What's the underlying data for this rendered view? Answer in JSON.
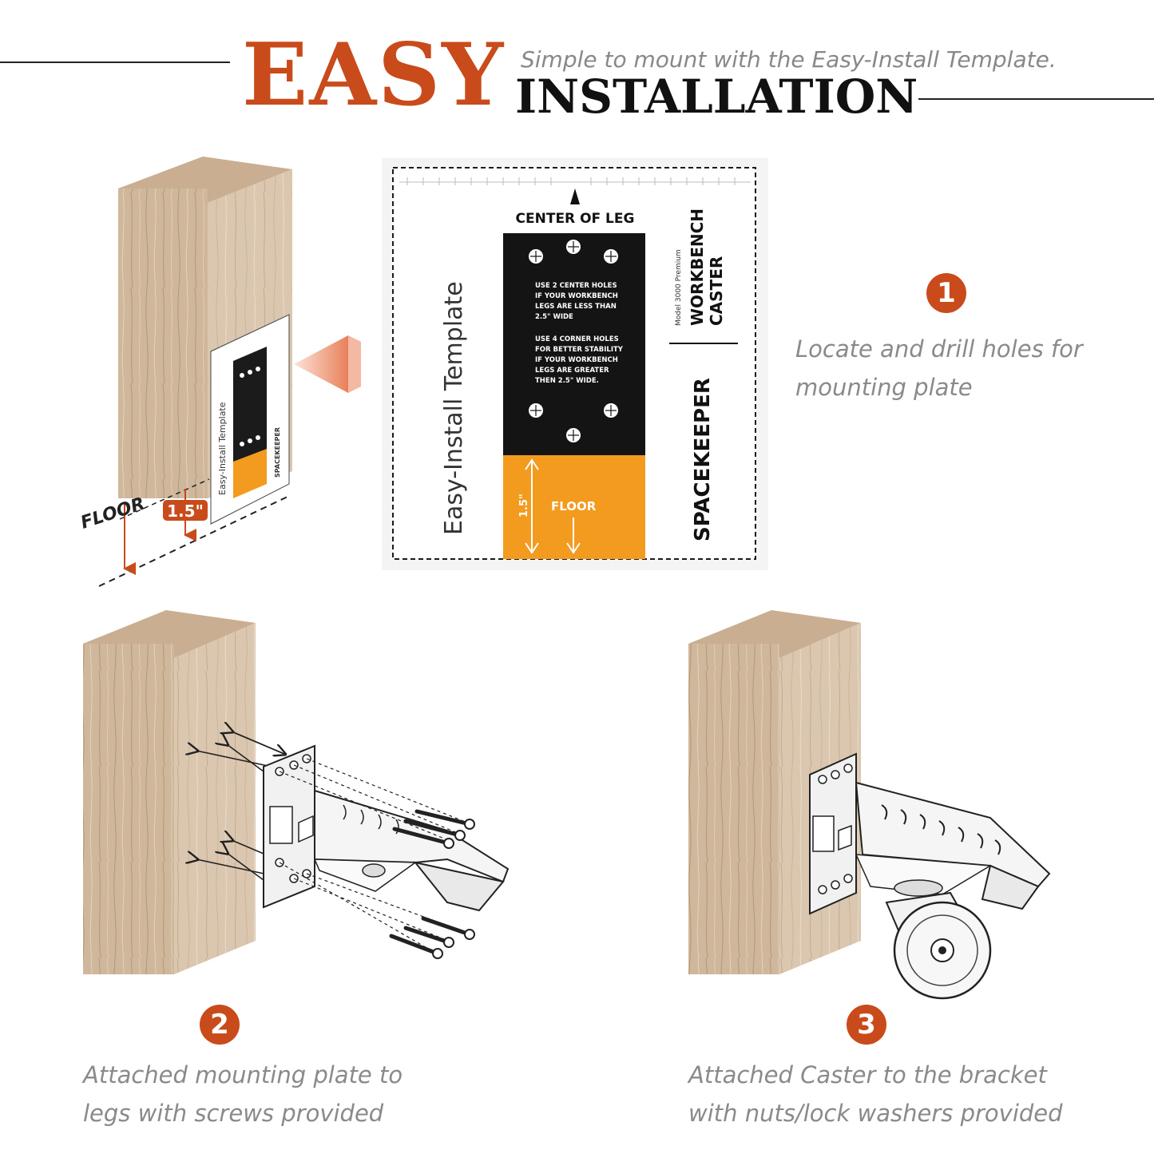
{
  "header": {
    "title_accent": "EASY",
    "title_main": "INSTALLATION",
    "subtitle": "Simple to mount with the Easy-Install Template."
  },
  "template": {
    "center_label": "CENTER OF LEG",
    "side_title": "Easy-Install Template",
    "brand": "SPACEKEEPER",
    "product_line1": "WORKBENCH",
    "product_line2": "CASTER",
    "model": "Model 3000 Premium",
    "note1": [
      "USE 2 CENTER HOLES",
      "IF YOUR WORKBENCH",
      "LEGS ARE LESS THAN",
      "2.5\" WIDE"
    ],
    "note2": [
      "USE 4 CORNER HOLES",
      "FOR BETTER STABILITY",
      "IF YOUR WORKBENCH",
      "LEGS ARE GREATER",
      "THEN 2.5\" WIDE."
    ],
    "floor_label": "FLOOR",
    "height_label": "1.5\""
  },
  "diagram1": {
    "floor_label": "FLOOR",
    "height_label": "1.5\""
  },
  "steps": [
    {
      "number": "1",
      "line1": "Locate and drill holes for",
      "line2": "mounting plate"
    },
    {
      "number": "2",
      "line1": "Attached mounting plate to",
      "line2": "legs with screws provided"
    },
    {
      "number": "3",
      "line1": "Attached Caster to the bracket",
      "line2": "with nuts/lock washers provided"
    }
  ],
  "colors": {
    "accent": "#c94a1a",
    "floor_orange": "#f29b1f",
    "wood": "#cdb499",
    "wood_side": "#d8c3ab",
    "wood_top": "#c3a98c"
  }
}
